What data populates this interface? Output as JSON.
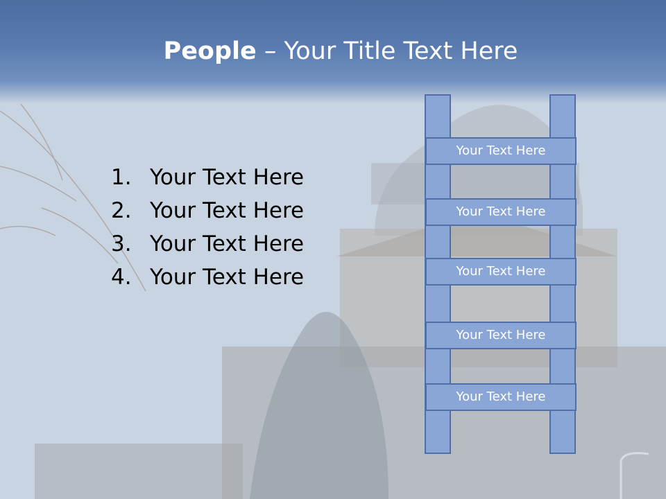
{
  "slide": {
    "title_bold": "People",
    "title_rest": " – Your Title Text Here"
  },
  "list_items": [
    {
      "num": "1.",
      "text": "Your Text Here"
    },
    {
      "num": "2.",
      "text": "Your Text Here"
    },
    {
      "num": "3.",
      "text": "Your Text Here"
    },
    {
      "num": "4.",
      "text": "Your Text Here"
    }
  ],
  "ladder_rungs": [
    "Your Text Here",
    "Your Text Here",
    "Your Text Here",
    "Your Text Here",
    "Your Text Here"
  ],
  "colors": {
    "title_band": "#5a7bb0",
    "ladder_fill": "#8aa6d6",
    "ladder_border": "#4f6fa6",
    "text_dark": "#000000",
    "text_light": "#ffffff"
  },
  "background": "photo-building-dome"
}
